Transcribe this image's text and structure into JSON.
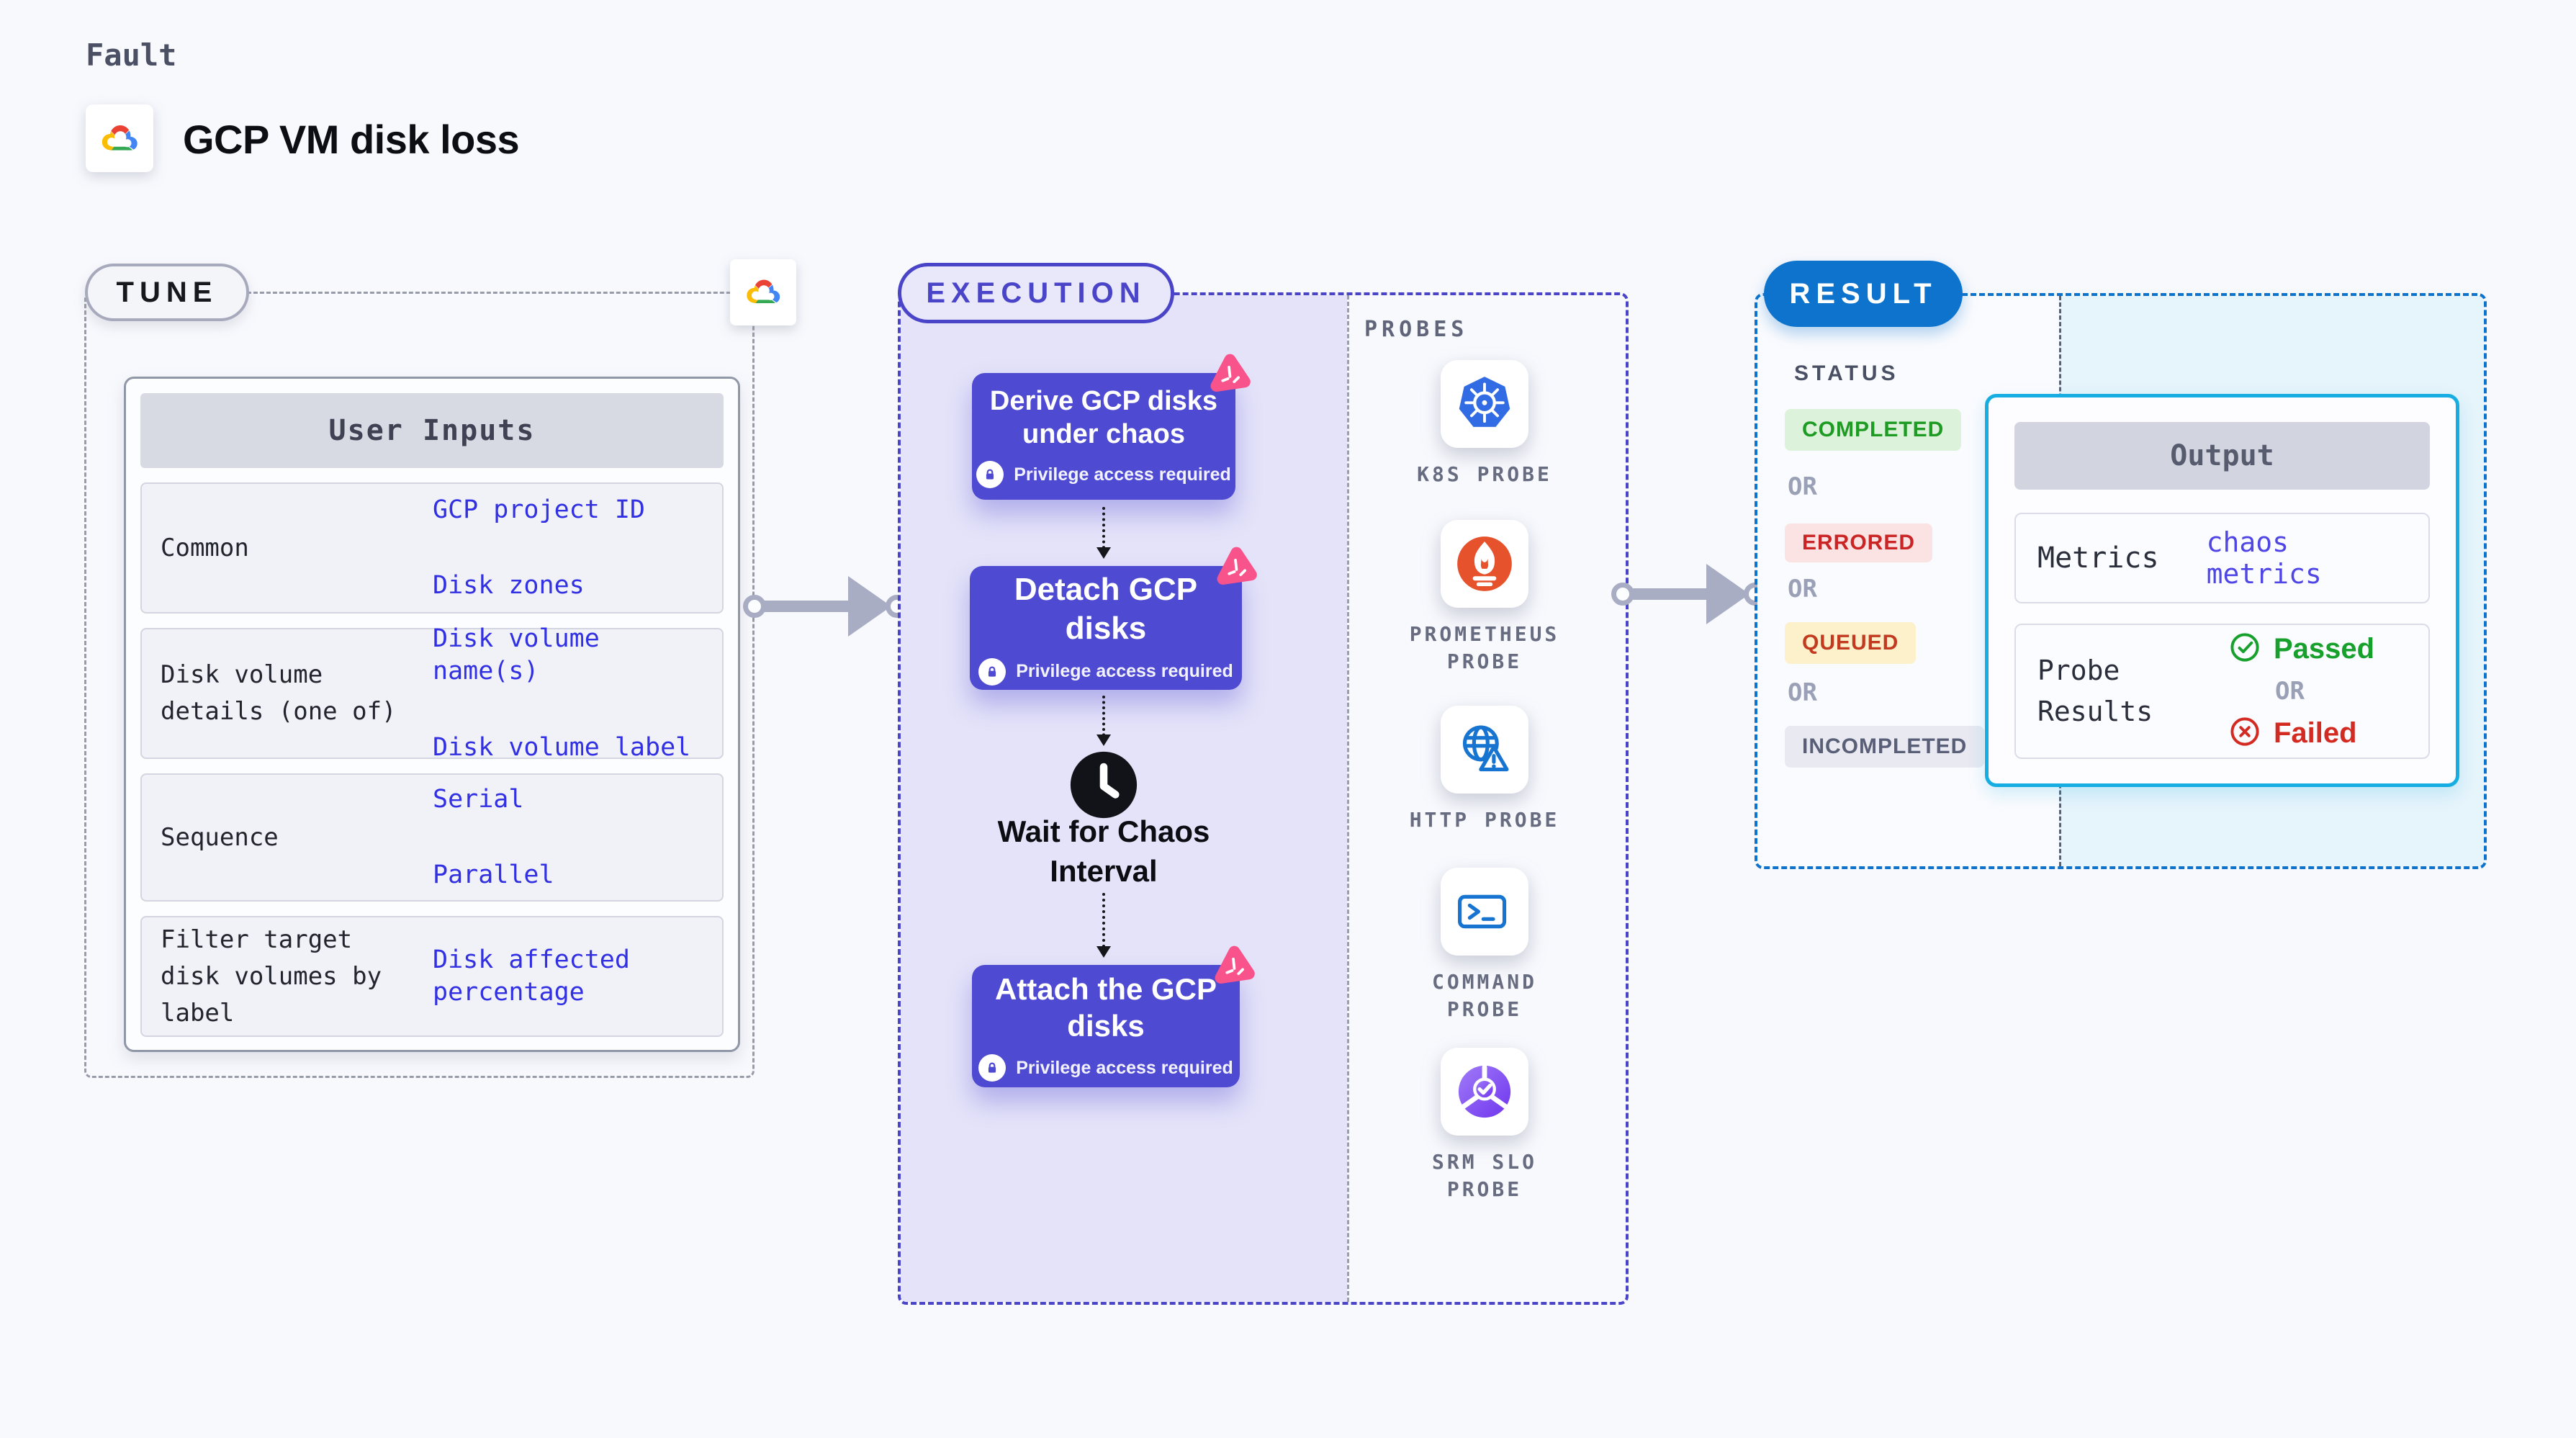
{
  "header": {
    "kicker": "Fault",
    "title": "GCP VM disk loss"
  },
  "tune": {
    "pill": "TUNE",
    "user_inputs": {
      "title": "User Inputs",
      "rows": [
        {
          "label": "Common",
          "values": [
            "GCP project ID",
            "Disk zones"
          ]
        },
        {
          "label": "Disk volume details (one of)",
          "values": [
            "Disk volume name(s)",
            "Disk volume label"
          ]
        },
        {
          "label": "Sequence",
          "values": [
            "Serial",
            "Parallel"
          ]
        },
        {
          "label": "Filter target disk volumes by label",
          "values": [
            "Disk affected percentage"
          ]
        }
      ]
    }
  },
  "execution": {
    "pill": "EXECUTION",
    "derive": {
      "title": "Derive GCP disks under chaos",
      "badge": "Privilege access required"
    },
    "detach": {
      "title": "Detach GCP disks",
      "badge": "Privilege access required"
    },
    "wait": {
      "title": "Wait for Chaos Interval"
    },
    "attach": {
      "title": "Attach the GCP disks",
      "badge": "Privilege access required"
    }
  },
  "probes": {
    "title": "PROBES",
    "items": [
      {
        "name": "K8S PROBE",
        "icon": "kubernetes-icon"
      },
      {
        "name": "PROMETHEUS PROBE",
        "icon": "prometheus-icon"
      },
      {
        "name": "HTTP PROBE",
        "icon": "http-globe-icon"
      },
      {
        "name": "COMMAND PROBE",
        "icon": "terminal-icon"
      },
      {
        "name": "SRM SLO PROBE",
        "icon": "srm-slo-icon"
      }
    ]
  },
  "result": {
    "pill": "RESULT",
    "status": {
      "title": "STATUS",
      "or": "OR",
      "items": [
        {
          "label": "COMPLETED",
          "bg": "#ddf2da",
          "fg": "#1d9b23"
        },
        {
          "label": "ERRORED",
          "bg": "#fbe3e3",
          "fg": "#cb2424"
        },
        {
          "label": "QUEUED",
          "bg": "#fcf1ca",
          "fg": "#c23a20"
        },
        {
          "label": "INCOMPLETED",
          "bg": "#e8e9f1",
          "fg": "#5a5f78"
        }
      ]
    },
    "output": {
      "title": "Output",
      "metrics_label": "Metrics",
      "metrics_value": "chaos metrics",
      "probe_results_label": "Probe Results",
      "passed": "Passed",
      "or": "OR",
      "failed": "Failed"
    }
  },
  "colors": {
    "page_bg": "#f8f9fd",
    "value_blue": "#3230e3",
    "execution_accent": "#4a44c8",
    "execution_bg": "#e4e3f9",
    "node_bg": "#4f4ad2",
    "litmus_pink": "#f9538c",
    "result_accent": "#0e73cc",
    "output_accent": "#16aee2",
    "output_area_bg": "#e6f4fb",
    "passed_green": "#17a02b",
    "failed_red": "#d32b22",
    "kubernetes_blue": "#326ce5",
    "prometheus_orange": "#e6522c",
    "probe_blue": "#1774d0",
    "srm_purple": "#7c4df2",
    "arrow_gray": "#a9adc4"
  }
}
